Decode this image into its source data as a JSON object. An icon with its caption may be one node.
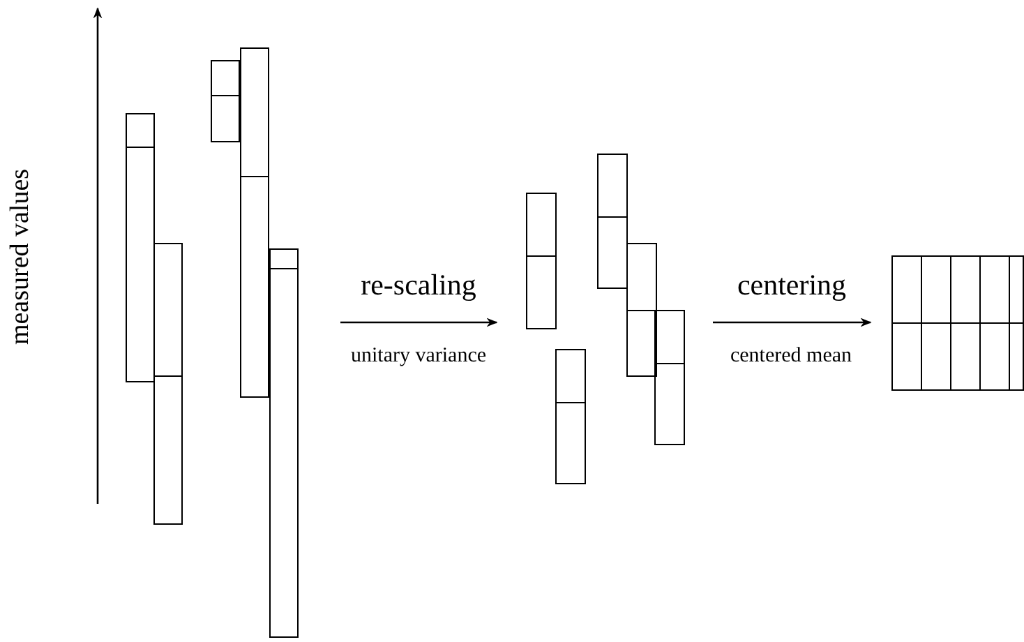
{
  "diagram": {
    "nodes": [
      {
        "text": [],
        "shape": "picture"
      },
      {
        "text": [],
        "shape": "picture"
      },
      {
        "text": [],
        "shape": "picture"
      }
    ],
    "edges": [
      {
        "from": 0,
        "to": 1,
        "arrow": "to",
        "label": "re-scaling"
      },
      {
        "from": 1,
        "to": 2,
        "arrow": "to",
        "label": "centering"
      }
    ],
    "labels": [
      "measured values",
      "unitary variance",
      "centered mean"
    ]
  }
}
